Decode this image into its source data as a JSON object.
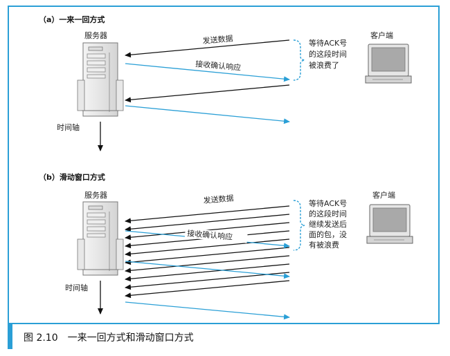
{
  "section_a": {
    "title": "（a）一来一回方式",
    "server_label": "服务器",
    "client_label": "客户端",
    "send_label": "发送数据",
    "ack_label": "接收确认响应",
    "wait_note": [
      "等待ACK号",
      "的这段时间",
      "被浪费了"
    ],
    "time_label": "时间轴"
  },
  "section_b": {
    "title": "（b）滑动窗口方式",
    "server_label": "服务器",
    "client_label": "客户端",
    "send_label": "发送数据",
    "ack_label": "接收确认响应",
    "wait_note": [
      "等待ACK号",
      "的这段时间",
      "继续发送后",
      "面的包，没",
      "有被浪费"
    ],
    "time_label": "时间轴"
  },
  "caption": "图 2.10　一来一回方式和滑动窗口方式",
  "colors": {
    "accent": "#2a9fd6",
    "send": "#111111",
    "ack": "#2a9fd6"
  }
}
